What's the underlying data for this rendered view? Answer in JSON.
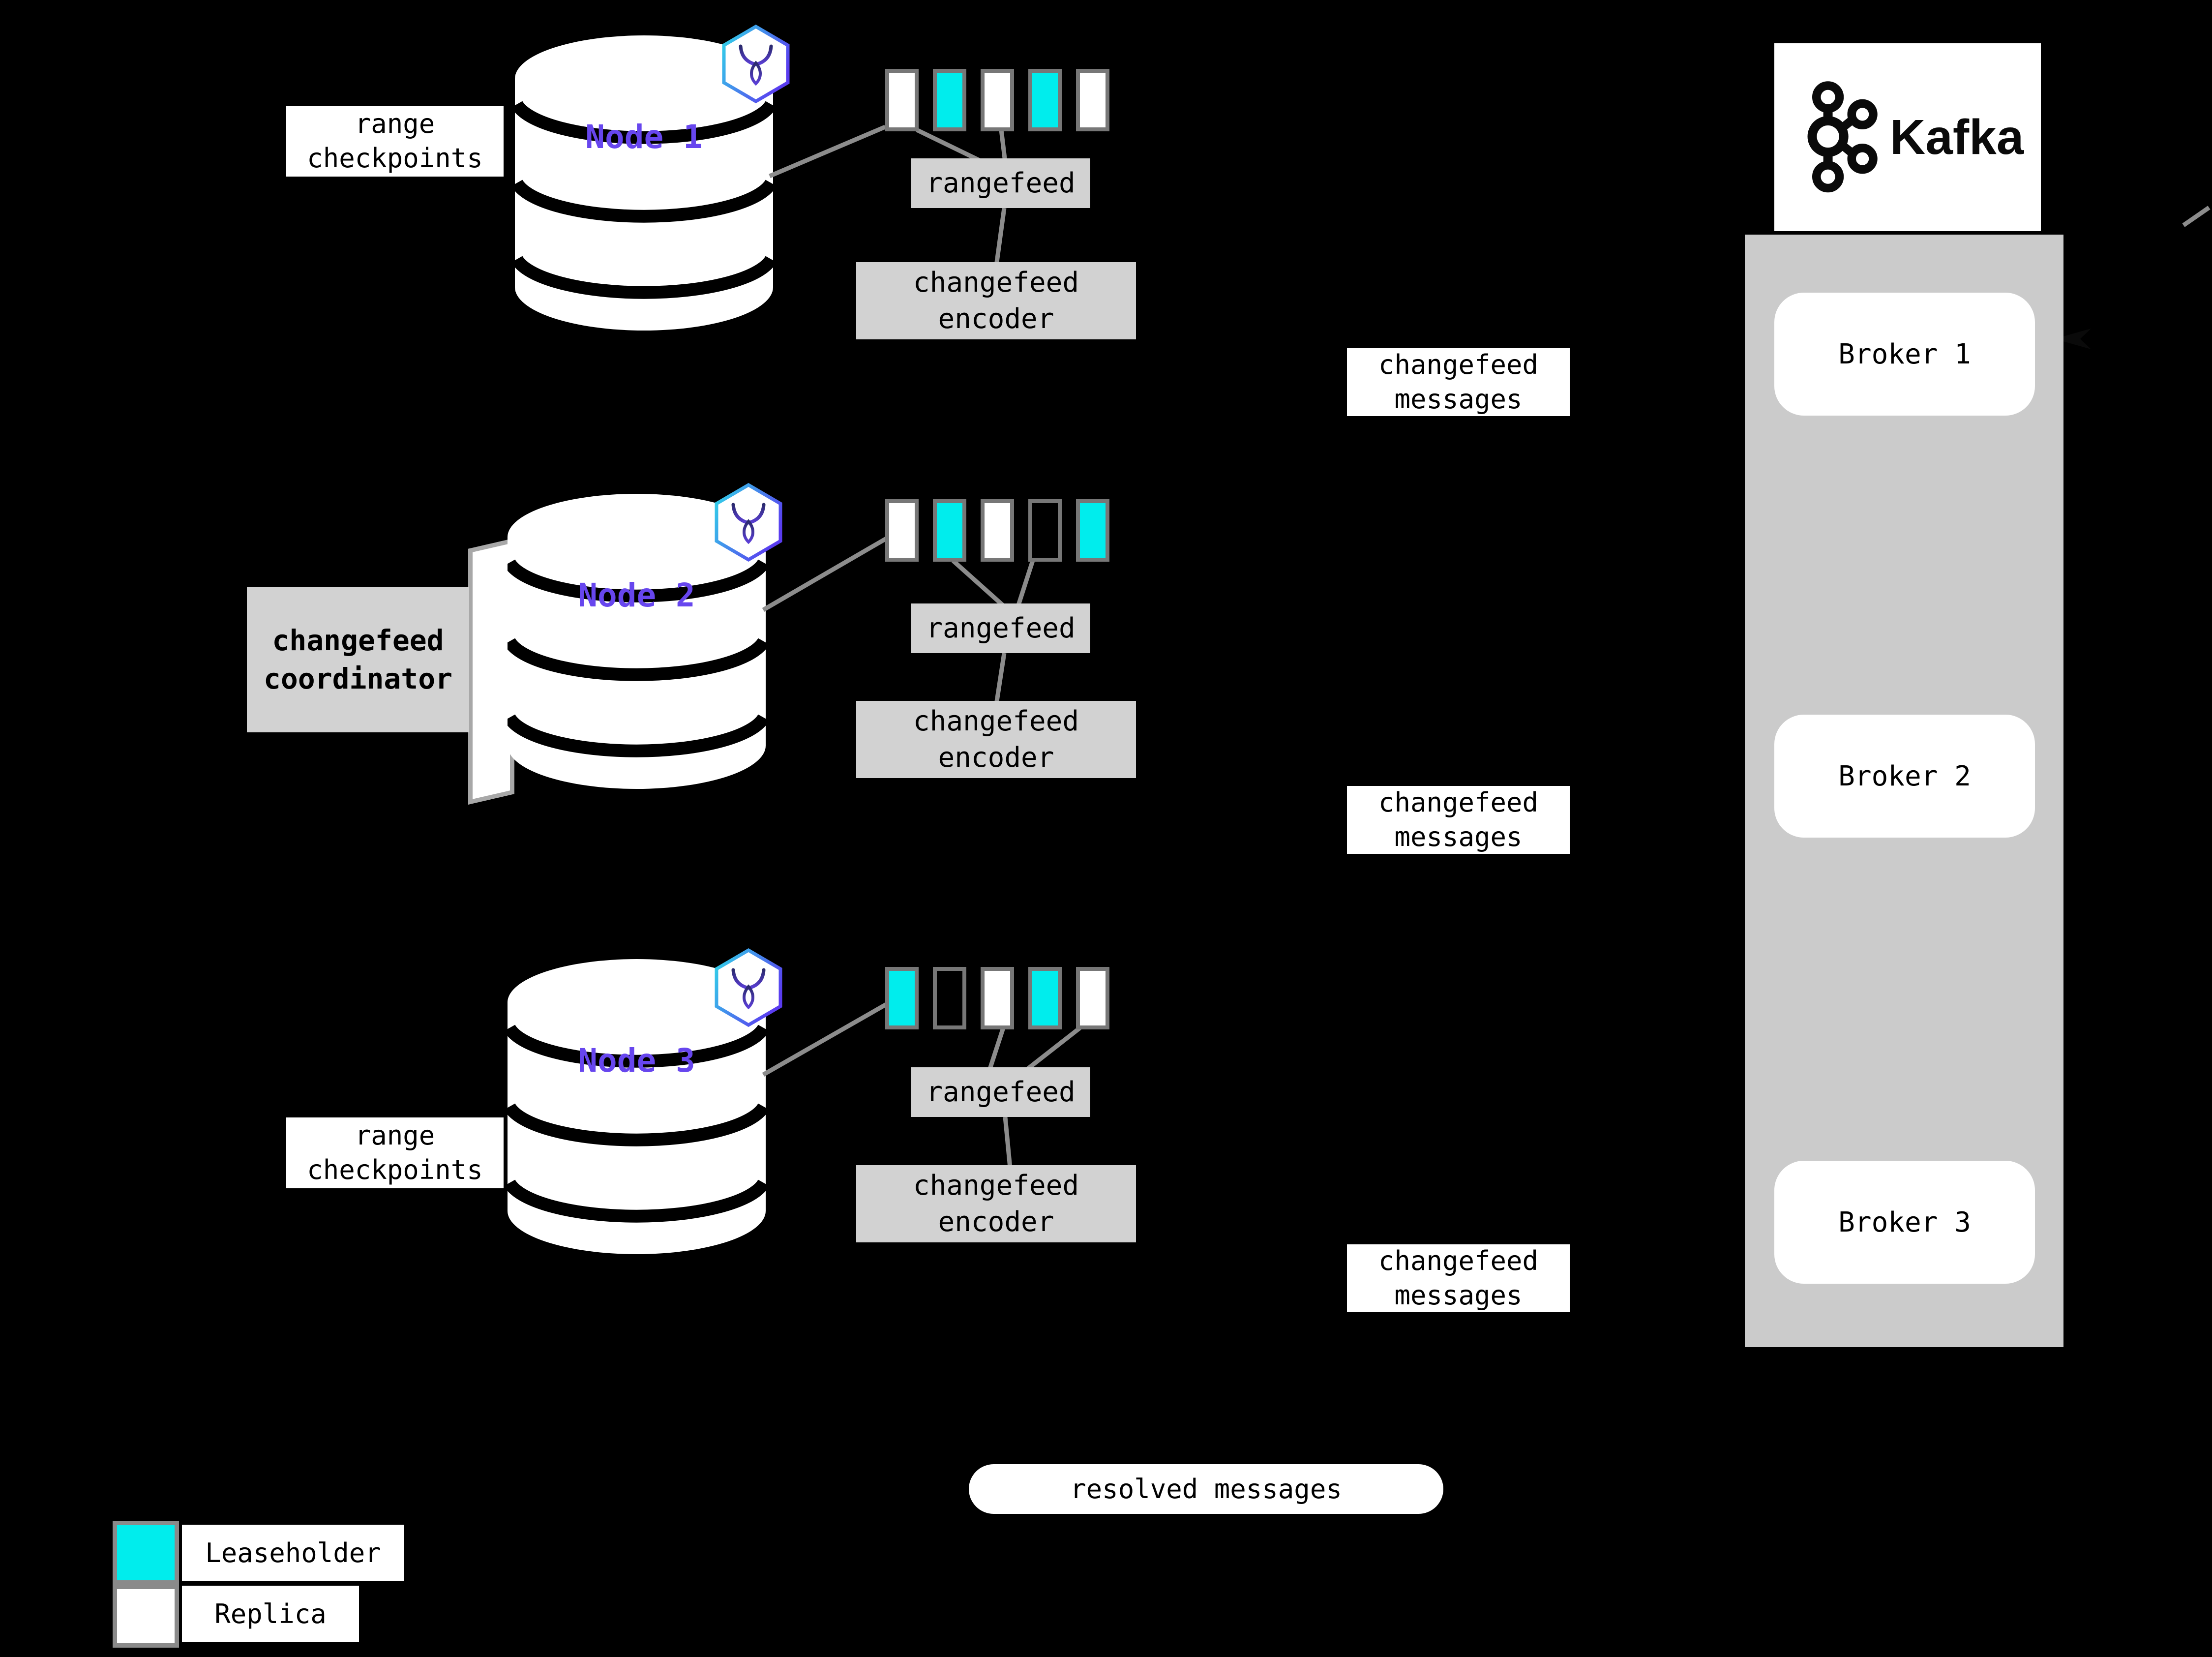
{
  "nodes": [
    {
      "name": "Node 1",
      "side_label": "range checkpoints",
      "ranges": [
        "replica",
        "leaseholder",
        "replica",
        "leaseholder",
        "replica"
      ],
      "rangefeed_label": "rangefeed",
      "encoder_label": "changefeed encoder",
      "messages_label": "changefeed messages"
    },
    {
      "name": "Node 2",
      "side_label": "changefeed coordinator",
      "ranges": [
        "replica",
        "leaseholder",
        "replica",
        "empty",
        "leaseholder"
      ],
      "rangefeed_label": "rangefeed",
      "encoder_label": "changefeed encoder",
      "messages_label": "changefeed messages"
    },
    {
      "name": "Node 3",
      "side_label": "range checkpoints",
      "ranges": [
        "leaseholder",
        "empty",
        "replica",
        "leaseholder",
        "replica"
      ],
      "rangefeed_label": "rangefeed",
      "encoder_label": "changefeed encoder",
      "messages_label": "changefeed messages"
    }
  ],
  "resolved_label": "resolved messages",
  "kafka": {
    "name": "Kafka",
    "brokers": [
      {
        "label": "Broker 1"
      },
      {
        "label": "Broker 2"
      },
      {
        "label": "Broker 3"
      }
    ]
  },
  "legend": {
    "items": [
      {
        "type": "leaseholder",
        "label": "Leaseholder"
      },
      {
        "type": "replica",
        "label": "Replica"
      }
    ]
  },
  "colors": {
    "leaseholder": "#00eded",
    "replica": "#ffffff",
    "accent_purple": "#6746ee",
    "box_gray": "#d2d2d2",
    "cluster_gray": "#cbcbcb",
    "line_gray": "#8c8c8c"
  }
}
